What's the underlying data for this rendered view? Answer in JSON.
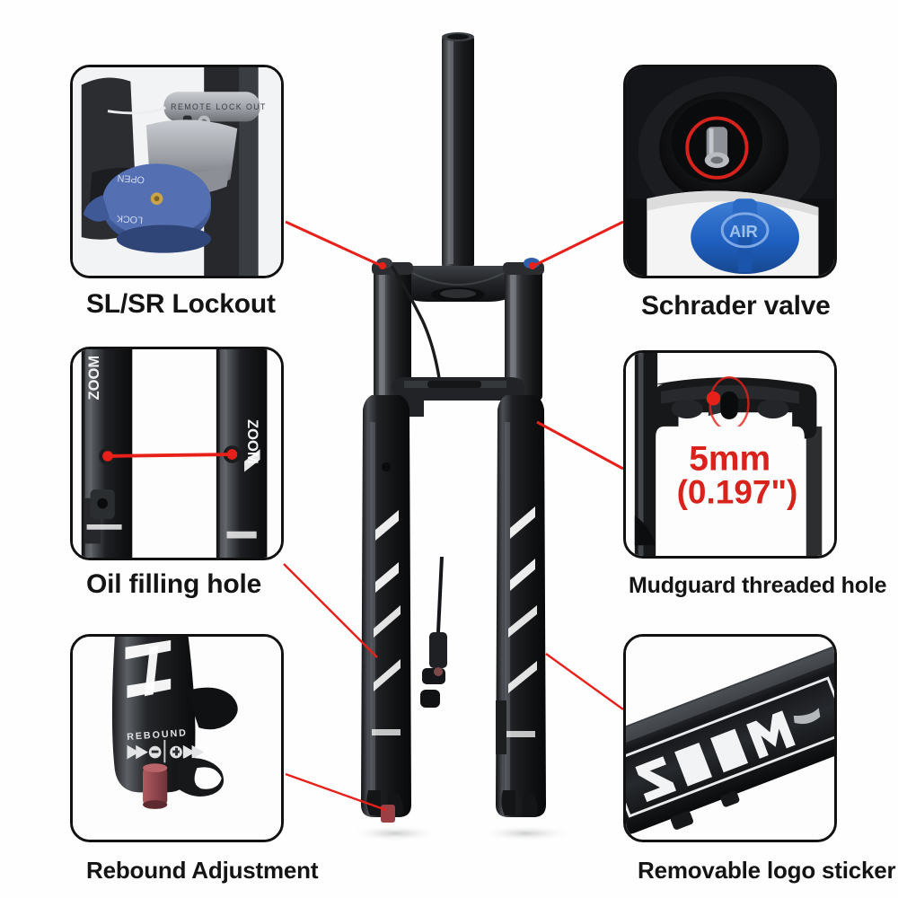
{
  "page": {
    "type": "product-feature-infographic",
    "subject": "bicycle air suspension fork",
    "background_color": "#fefefe",
    "accent_color": "#e8201a",
    "label_color": "#141414"
  },
  "callouts": [
    {
      "id": "sl-sr-lockout",
      "label": "SL/SR Lockout",
      "position": "top-left",
      "photo_texts": [
        "REMOTE LOCK OUT",
        "OPEN",
        "LOCK"
      ],
      "photo_description": "silver remote lockout top cap with blue anodized lock lever",
      "highlight_color": "#4a6fae"
    },
    {
      "id": "schrader-valve",
      "label": "Schrader valve",
      "position": "top-right",
      "photo_texts": [
        "AIR"
      ],
      "photo_description": "schrader air valve under black cap with blue AIR cover",
      "highlight_color": "#1f5fc0"
    },
    {
      "id": "oil-filling-hole",
      "label": "Oil filling hole",
      "position": "mid-left",
      "photo_texts": [
        "ZOOM",
        "ZOOM"
      ],
      "photo_description": "two fork lowers with oil filling holes joined by a red measure line",
      "highlight_color": "#e8201a"
    },
    {
      "id": "mudguard-threaded-hole",
      "label": "Mudguard threaded hole",
      "position": "mid-right",
      "photo_texts": [
        "5mm",
        "(0.197\")"
      ],
      "annotation_value": "5mm",
      "annotation_secondary": "(0.197\")",
      "photo_description": "fork arch underside showing threaded mudguard hole",
      "highlight_color": "#e8201a"
    },
    {
      "id": "rebound-adjustment",
      "label": "Rebound Adjustment",
      "position": "bottom-left",
      "photo_texts": [
        "REBOUND",
        "–",
        "+"
      ],
      "photo_description": "fork dropout with red rebound adjuster knob",
      "highlight_color": "#a8484f"
    },
    {
      "id": "removable-logo-sticker",
      "label": "Removable logo sticker",
      "position": "bottom-right",
      "photo_texts": [],
      "photo_description": "close-up of fork leg with white removable decal graphics",
      "highlight_color": "#ffffff"
    }
  ],
  "product": {
    "name": "suspension fork",
    "parts": [
      "steerer tube",
      "crown",
      "stanchion left",
      "stanchion right",
      "arch",
      "lower leg left",
      "lower leg right",
      "dropout left",
      "dropout right",
      "remote lockout cable",
      "rebound knob",
      "air cap"
    ],
    "decal_text": "ZOOM"
  },
  "connectors": [
    {
      "from": "sl-sr-lockout",
      "to": "crown-left-lockout-cap"
    },
    {
      "from": "schrader-valve",
      "to": "crown-right-air-cap"
    },
    {
      "from": "oil-filling-hole",
      "to": "lower-leg-left-oil-port"
    },
    {
      "from": "mudguard-threaded-hole",
      "to": "arch-underside"
    },
    {
      "from": "rebound-adjustment",
      "to": "dropout-left-rebound-knob"
    },
    {
      "from": "removable-logo-sticker",
      "to": "lower-leg-right-decal"
    }
  ]
}
